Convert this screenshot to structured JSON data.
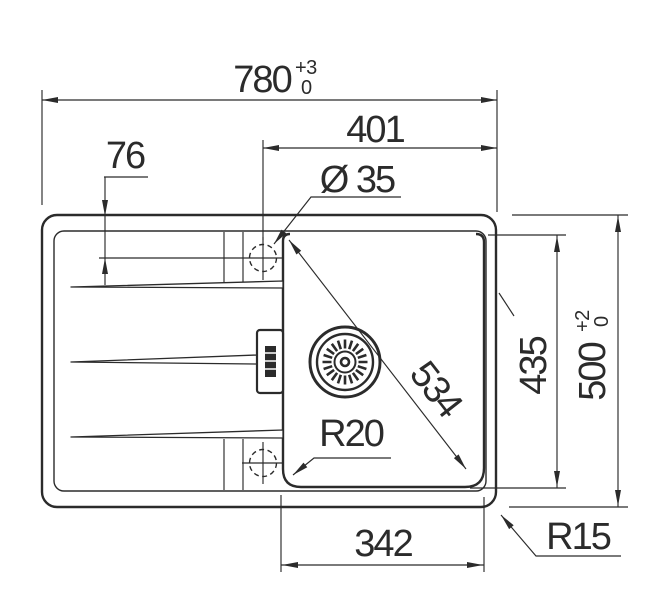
{
  "drawing": {
    "type": "technical-dimension-drawing",
    "subject": "kitchen sink top view with drainboard and bowl",
    "background_color": "#ffffff",
    "line_color": "#2b2b2b",
    "dimensions": {
      "overall_width": {
        "value": "780",
        "tol_plus": "+3",
        "tol_minus": "0"
      },
      "hole_offset": {
        "value": "401"
      },
      "rim_to_hole": {
        "value": "76"
      },
      "hole_diameter": {
        "value": "Ø 35"
      },
      "bowl_diagonal": {
        "value": "534"
      },
      "inner_depth": {
        "value": "435"
      },
      "overall_depth": {
        "value": "500",
        "tol_plus": "+2",
        "tol_minus": "0"
      },
      "bowl_width": {
        "value": "342"
      },
      "bowl_corner_radius": {
        "value": "R20"
      },
      "outer_corner_radius": {
        "value": "R15"
      }
    }
  }
}
